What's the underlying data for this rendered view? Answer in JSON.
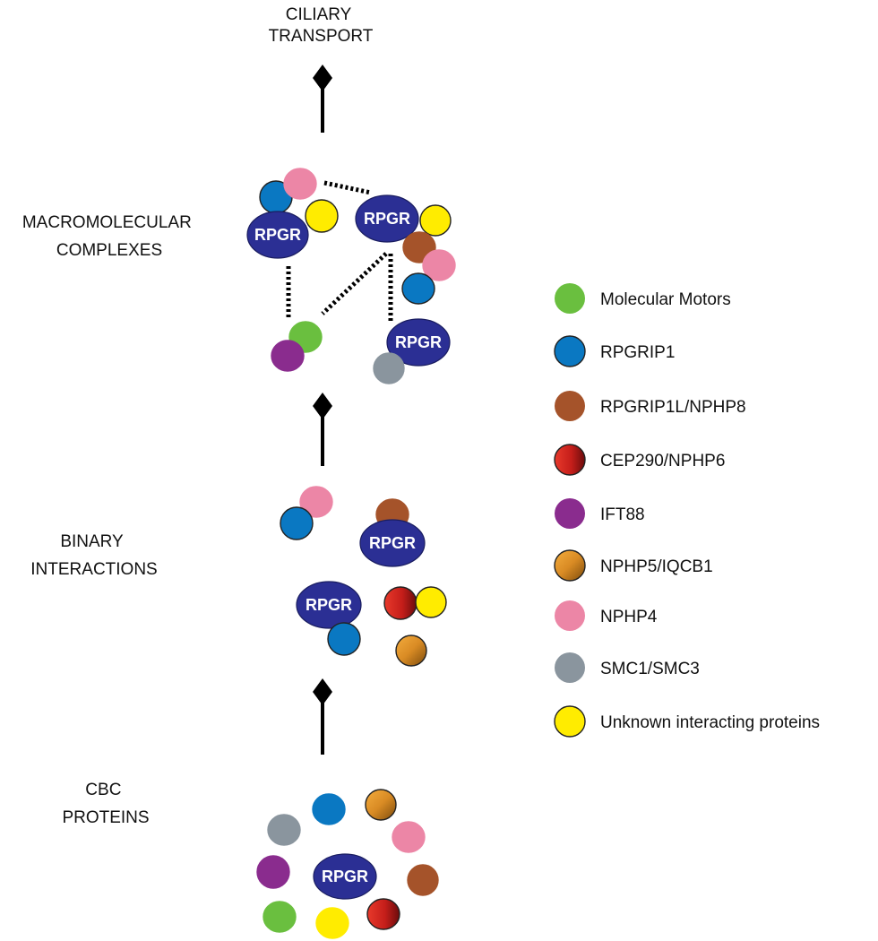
{
  "stages": {
    "ciliary_transport": [
      "CILIARY",
      "TRANSPORT"
    ],
    "macromolecular_complexes": [
      "MACROMOLECULAR",
      "COMPLEXES"
    ],
    "binary_interactions": [
      "BINARY",
      "INTERACTIONS"
    ],
    "cbc_proteins": [
      "CBC",
      "PROTEINS"
    ]
  },
  "rpgr_label": "RPGR",
  "legend": [
    {
      "key": "motor",
      "label": "Molecular Motors",
      "color": "#6abf3f"
    },
    {
      "key": "rpgrip1",
      "label": "RPGRIP1",
      "color": "#0a78c2"
    },
    {
      "key": "rpgrip1l",
      "label": "RPGRIP1L/NPHP8",
      "color": "#a5532a"
    },
    {
      "key": "cep290",
      "label": "CEP290/NPHP6",
      "color": "#d22a1f",
      "gradient": [
        "#e23a2a",
        "#7a1010"
      ]
    },
    {
      "key": "ift88",
      "label": "IFT88",
      "color": "#8a2c8e"
    },
    {
      "key": "nphp5",
      "label": "NPHP5/IQCB1",
      "color": "#e1952a",
      "gradient": [
        "#f3a93a",
        "#8a5510"
      ]
    },
    {
      "key": "nphp4",
      "label": "NPHP4",
      "color": "#ec86a6"
    },
    {
      "key": "smc",
      "label": "SMC1/SMC3",
      "color": "#8a959e"
    },
    {
      "key": "unknown",
      "label": "Unknown interacting proteins",
      "color": "#ffec00"
    }
  ],
  "rpgr_color": "#2b2f94",
  "arrow_color": "#000000"
}
